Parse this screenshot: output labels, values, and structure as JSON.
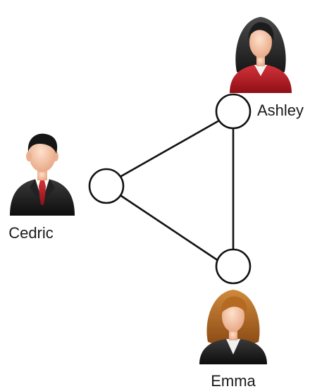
{
  "people": [
    {
      "id": "cedric",
      "name": "Cedric",
      "gender": "male",
      "icon": "businessman-avatar-icon",
      "suit_color": "#1c1c1c",
      "tie_color": "#b3141a"
    },
    {
      "id": "ashley",
      "name": "Ashley",
      "gender": "female",
      "icon": "businesswoman-avatar-icon",
      "hair_color": "#2a2a2a",
      "outfit_color": "#b51a22"
    },
    {
      "id": "emma",
      "name": "Emma",
      "gender": "female",
      "icon": "businesswoman-avatar-icon",
      "hair_color": "#a8621f",
      "outfit_color": "#1e1e1e"
    }
  ],
  "edges": [
    [
      "cedric",
      "ashley"
    ],
    [
      "cedric",
      "emma"
    ],
    [
      "ashley",
      "emma"
    ]
  ],
  "colors": {
    "line": "#111111",
    "node_fill": "#ffffff",
    "skin": "#f6c9a6"
  }
}
